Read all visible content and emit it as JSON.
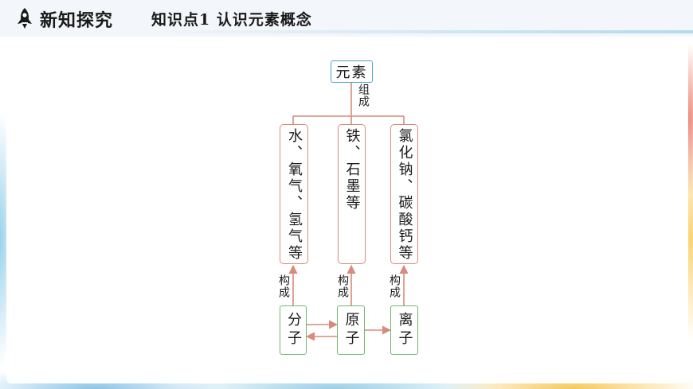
{
  "header": {
    "section_title": "新知探究",
    "point_title": "知识点1  认识元素概念"
  },
  "diagram": {
    "root": "元素",
    "root_link_label": "组成",
    "substances": [
      "水、氧气、氢气等",
      "铁、石墨等",
      "氯化钠、碳酸钙等"
    ],
    "link_label": "构成",
    "particles": [
      "分子",
      "原子",
      "离子"
    ]
  },
  "colors": {
    "red_line": "#d98a7a",
    "green_border": "#6fb56f",
    "root_border": "#4fa0c8"
  },
  "icons": {
    "header_icon": "rocket-icon"
  }
}
